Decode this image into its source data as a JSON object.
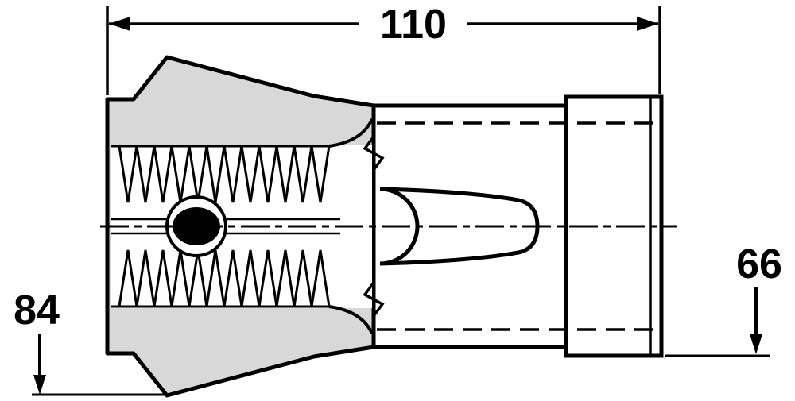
{
  "drawing": {
    "dims": {
      "overall_length": "110",
      "front_diameter": "84",
      "shank_diameter": "66"
    },
    "colors": {
      "outline": "#000000",
      "fill_section": "#d8d8d8",
      "background": "#ffffff"
    }
  }
}
